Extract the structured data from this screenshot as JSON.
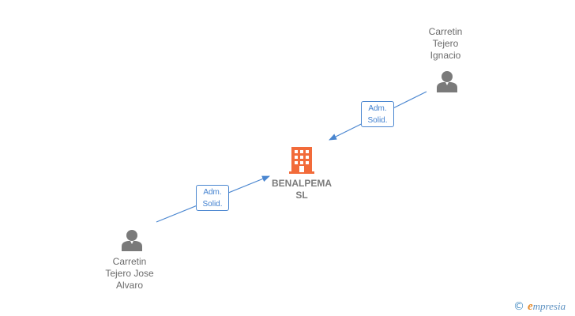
{
  "company": {
    "name_line1": "BENALPEMA",
    "name_line2": "SL",
    "icon": "building-icon",
    "color": "#f26b3a"
  },
  "persons": [
    {
      "id": "carretin-tejero-ignacio",
      "lines": [
        "Carretin",
        "Tejero",
        "Ignacio"
      ],
      "icon": "person-icon"
    },
    {
      "id": "carretin-tejero-jose-alvaro",
      "lines": [
        "Carretin",
        "Tejero Jose",
        "Alvaro"
      ],
      "icon": "person-icon"
    }
  ],
  "edges": [
    {
      "from": "carretin-tejero-ignacio",
      "to": "company",
      "label_line1": "Adm.",
      "label_line2": "Solid."
    },
    {
      "from": "carretin-tejero-jose-alvaro",
      "to": "company",
      "label_line1": "Adm.",
      "label_line2": "Solid."
    }
  ],
  "colors": {
    "edge": "#4a86d0",
    "person": "#7a7a7a"
  },
  "brand": {
    "copyright_symbol": "©",
    "first_letter": "e",
    "rest": "mpresia"
  }
}
